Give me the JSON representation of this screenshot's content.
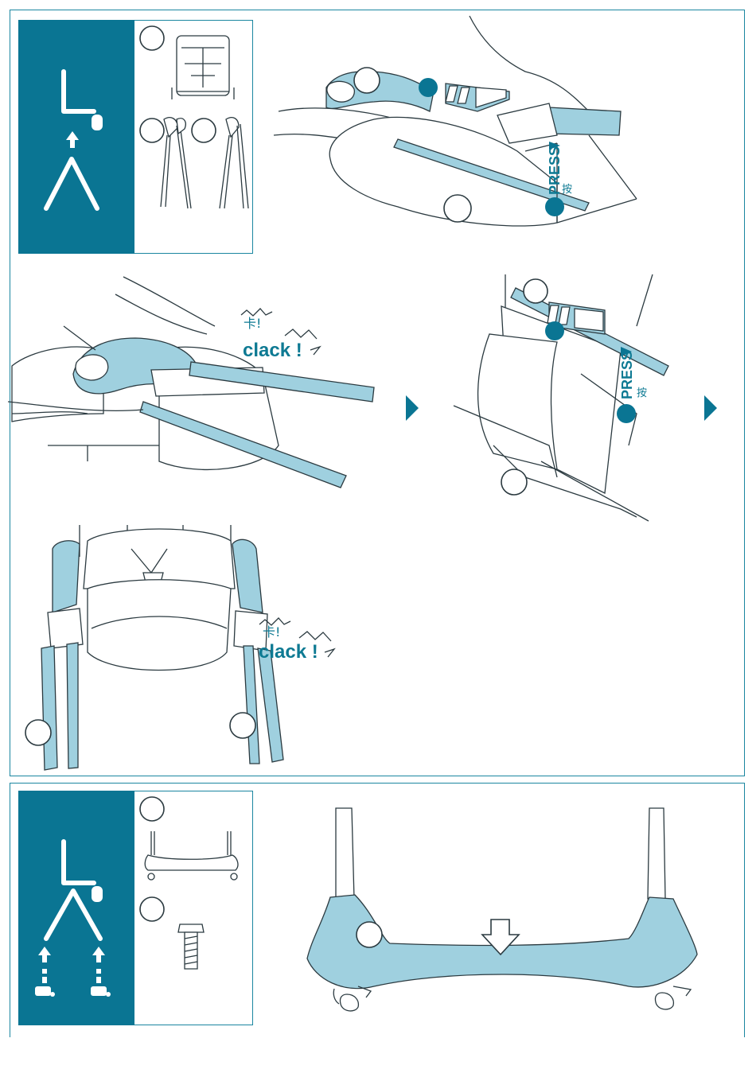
{
  "colors": {
    "accent": "#0a7593",
    "line": "#1a86a0",
    "fill": "#9fd0df",
    "ink": "#2b3a40"
  },
  "icons": {
    "direction_arrow": "arrow-up-icon",
    "next_step": "triangle-right-icon",
    "push_down": "arrow-down-outline-icon"
  },
  "step1": {
    "press_label": "PRESS",
    "press_cjk": "按"
  },
  "step2": {
    "sound_cjk": "卡!",
    "sound_text": "clack !"
  },
  "step3": {
    "press_label": "PRESS",
    "press_cjk": "按"
  },
  "step4": {
    "sound_cjk": "卡!",
    "sound_text": "clack !"
  }
}
